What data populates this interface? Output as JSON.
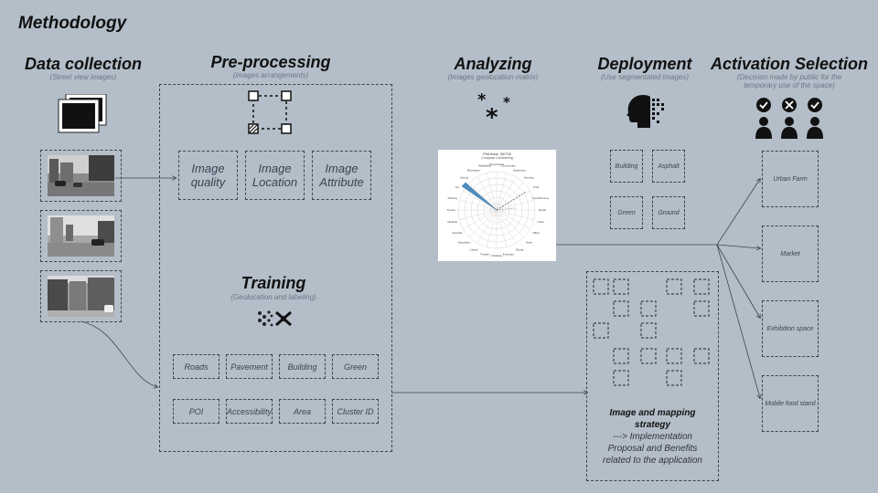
{
  "title": "Methodology",
  "sections": {
    "data_collection": {
      "title": "Data collection",
      "subtitle": "(Street view images)"
    },
    "preprocessing": {
      "title": "Pre-processing",
      "subtitle": "(images arrangements)"
    },
    "training": {
      "title": "Training",
      "subtitle": "(Geolocation  and labeling)"
    },
    "analyzing": {
      "title": "Analyzing",
      "subtitle": "(Images geolocation matrix)"
    },
    "deployment": {
      "title": "Deployment",
      "subtitle": "(Use segmentated images)"
    },
    "activation": {
      "title": "Activation Selection",
      "subtitle_line1": "(Decision made by public for the",
      "subtitle_line2": "temporary use of the space)"
    }
  },
  "image_attributes": [
    "Image quality",
    "Image Location",
    "Image Attribute"
  ],
  "training_labels": [
    "Roads",
    "Pavement",
    "Building",
    "Green",
    "POI",
    "Accessibility",
    "Area",
    "Cluster ID"
  ],
  "segmentation_labels": [
    "Building",
    "Asphalt",
    "Green",
    "Ground"
  ],
  "activation_options": [
    "Urban Farm",
    "Market",
    "Exhibition space",
    "Mobile food stand"
  ],
  "strategy": {
    "title_line1": "Image and mapping",
    "title_line2": "strategy",
    "body_line1": "---> Implementation",
    "body_line2": "Proposal and Benefits",
    "body_line3": "related to the application"
  },
  "polar_plot": {
    "title": "Plot Area: 30/790",
    "subtitle": "Compass Considering",
    "labels": [
      "Greenspace",
      "Community",
      "Apartment",
      "Housing",
      "Park",
      "Food/Grocery",
      "Retail",
      "Other",
      "Office",
      "Hotel",
      "Dining",
      "Entertain",
      "Childcare",
      "Theater",
      "Library",
      "Education",
      "Hospital",
      "Medical",
      "Transit",
      "Parking",
      "Art",
      "School",
      "Recreation",
      "Walkability"
    ]
  },
  "icons": {
    "photo_stack": "photo-stack-icon",
    "selection": "selection-frame-icon",
    "training": "network-icon",
    "analyzing": "asterisks-icon",
    "deployment": "ai-head-icon",
    "public": "people-vote-icon"
  },
  "colors": {
    "background": "#b3bec9",
    "line": "#3c4650"
  }
}
